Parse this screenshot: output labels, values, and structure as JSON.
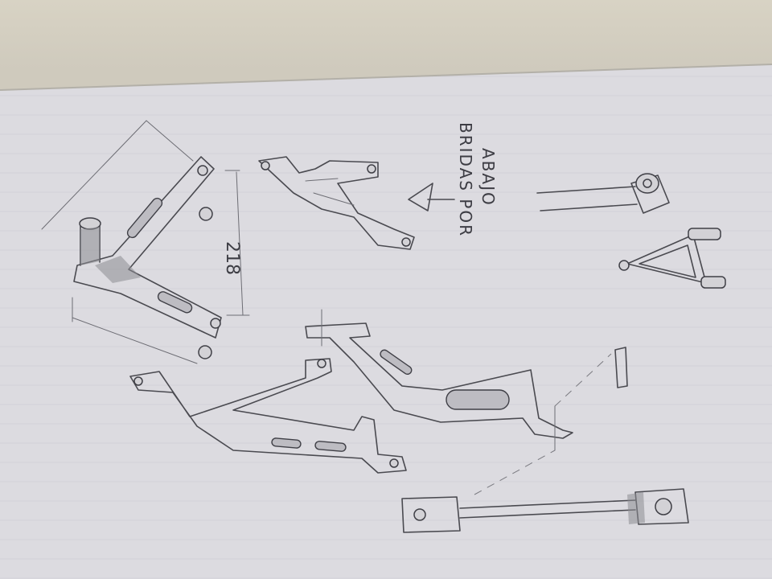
{
  "drawing": {
    "dimension_label": "218",
    "annotation_line1": "BRIDAS POR",
    "annotation_line2": "ABAJO"
  }
}
